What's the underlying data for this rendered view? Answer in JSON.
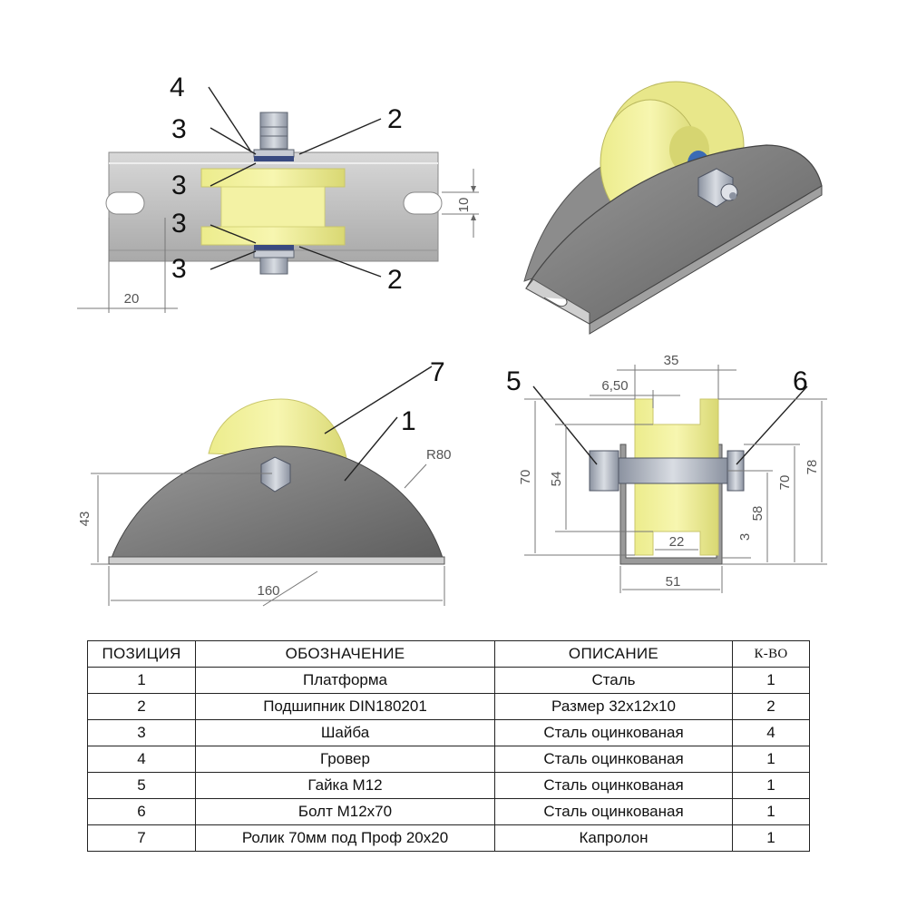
{
  "colors": {
    "steel": "#7a7a7a",
    "steel_light": "#c9c9c9",
    "roller": "#f1f09a",
    "roller_shadow": "#d4d36e",
    "bolt": "#b8bcc4",
    "bearing_accent": "#3a6bb5"
  },
  "views": {
    "top": {
      "callouts": {
        "c4": "4",
        "c3a": "3",
        "c3b": "3",
        "c3c": "3",
        "c3d": "3",
        "c2a": "2",
        "c2b": "2"
      },
      "dims": {
        "slot_width": "10",
        "slot_offset": "20"
      }
    },
    "side": {
      "callouts": {
        "c7": "7",
        "c1": "1"
      },
      "dims": {
        "radius": "R80",
        "height": "43",
        "length": "160"
      }
    },
    "front": {
      "callouts": {
        "c5": "5",
        "c6": "6"
      },
      "dims": {
        "d35": "35",
        "d650": "6,50",
        "d70": "70",
        "d54": "54",
        "d70v": "70",
        "d78": "78",
        "d58": "58",
        "d3": "3",
        "d22": "22",
        "d51": "51"
      }
    }
  },
  "table": {
    "headers": {
      "pos": "ПОЗИЦИЯ",
      "designation": "ОБОЗНАЧЕНИЕ",
      "description": "ОПИСАНИЕ",
      "qty": "К-ВО"
    },
    "rows": [
      {
        "pos": "1",
        "designation": "Платформа",
        "description": "Сталь",
        "qty": "1"
      },
      {
        "pos": "2",
        "designation": "Подшипник DIN180201",
        "description": "Размер 32х12х10",
        "qty": "2"
      },
      {
        "pos": "3",
        "designation": "Шайба",
        "description": "Сталь оцинкованая",
        "qty": "4"
      },
      {
        "pos": "4",
        "designation": "Гровер",
        "description": "Сталь оцинкованая",
        "qty": "1"
      },
      {
        "pos": "5",
        "designation": "Гайка М12",
        "description": "Сталь оцинкованая",
        "qty": "1"
      },
      {
        "pos": "6",
        "designation": "Болт М12х70",
        "description": "Сталь оцинкованая",
        "qty": "1"
      },
      {
        "pos": "7",
        "designation": "Ролик 70мм под Проф 20х20",
        "description": "Капролон",
        "qty": "1"
      }
    ]
  }
}
